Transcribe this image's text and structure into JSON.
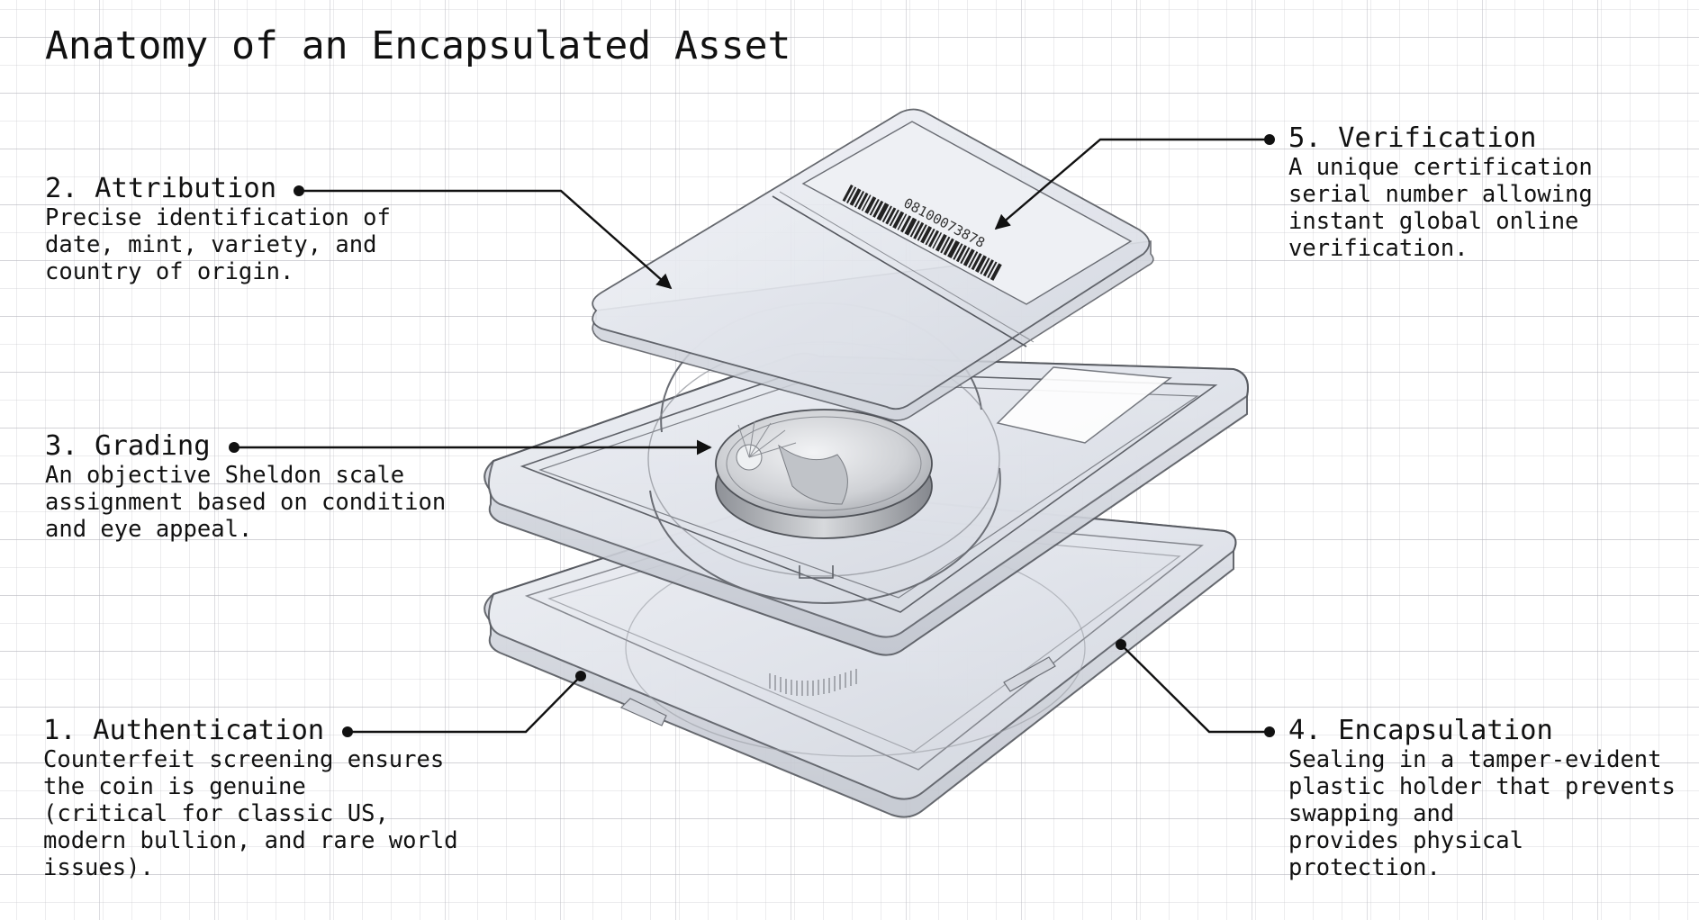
{
  "title": "Anatomy of an Encapsulated Asset",
  "callouts": {
    "attribution": {
      "number": "2.",
      "heading": "2. Attribution",
      "lines": [
        "Precise identification of",
        "date, mint, variety, and",
        "country of origin."
      ]
    },
    "grading": {
      "number": "3.",
      "heading": "3. Grading",
      "lines": [
        "An objective Sheldon scale",
        "assignment based on condition",
        "and eye appeal."
      ]
    },
    "authentication": {
      "number": "1.",
      "heading": "1. Authentication",
      "lines": [
        "Counterfeit screening ensures",
        "the coin is genuine",
        "(critical for classic US,",
        "modern bullion, and rare world",
        "issues)."
      ]
    },
    "verification": {
      "number": "5.",
      "heading": "5. Verification",
      "lines": [
        "A unique certification",
        "serial number allowing",
        "instant global online",
        "verification."
      ]
    },
    "encapsulation": {
      "number": "4.",
      "heading": "4. Encapsulation",
      "lines": [
        "Sealing in a tamper-evident",
        "plastic holder that prevents",
        "swapping and",
        "provides physical",
        "protection."
      ]
    }
  },
  "illustration": {
    "label_serial": "08100073878",
    "parts": [
      "label-insert",
      "top-shell",
      "coin",
      "bottom-shell"
    ]
  },
  "colors": {
    "text": "#111111",
    "line": "#111111",
    "plastic_fill": "#e6e9f0",
    "plastic_edge": "#55585f",
    "coin": "#c9cbcf",
    "grid": "#e4e4e8"
  }
}
